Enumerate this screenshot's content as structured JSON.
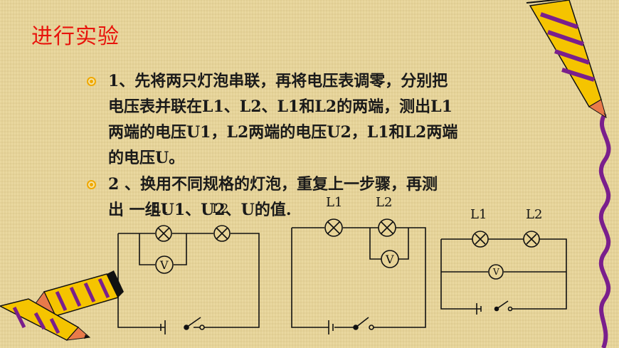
{
  "slide": {
    "title": "进行实验",
    "bullets": [
      {
        "lines": [
          "1、先将两只灯泡串联，再将电压表调零，分别把",
          "电压表并联在L1、L2、L1和L2的两端，测出L1",
          "两端的电压U1，L2两端的电压U2，L1和L2两端",
          "的电压U。"
        ]
      },
      {
        "lines": [
          "2 、换用不同规格的灯泡，重复上一步骤，再测",
          "出 一组U1、U2、U的值."
        ]
      }
    ]
  },
  "circuits": [
    {
      "lamp1_label": "L1",
      "lamp2_label": "L2",
      "meter_label": "V"
    },
    {
      "lamp1_label": "L1",
      "lamp2_label": "L2",
      "meter_label": "V"
    },
    {
      "lamp1_label": "L1",
      "lamp2_label": "L2",
      "meter_label": "V"
    }
  ],
  "colors": {
    "background": "#e8d497",
    "title": "#e8140c",
    "text": "#1a1a1a",
    "bullet": "#f0a800",
    "pencil_body": "#f5c400",
    "pencil_stripe": "#7a1f8c",
    "pencil_tip": "#e87a4a"
  },
  "decorations": [
    "pencil-top-right",
    "pencil-bottom-left",
    "pencil-bottom-left-small",
    "purple-squiggle"
  ]
}
